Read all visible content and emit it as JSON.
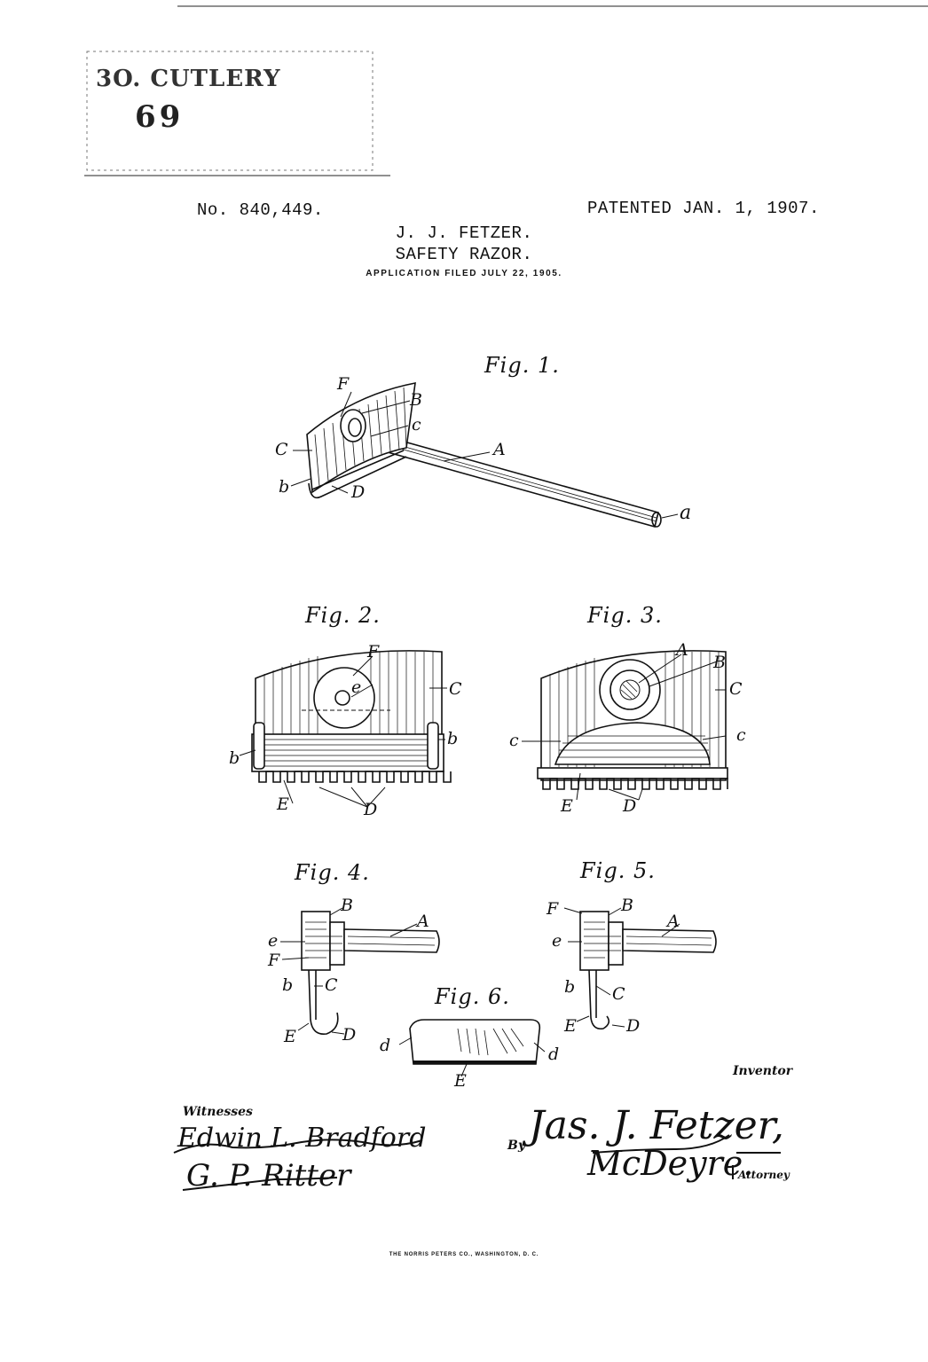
{
  "stamp": {
    "line1": "3O. CUTLERY",
    "line2": "69"
  },
  "header": {
    "patent_number": "No. 840,449.",
    "patent_date": "PATENTED JAN. 1, 1907.",
    "inventor_name": "J. J. FETZER.",
    "title": "SAFETY RAZOR.",
    "application": "APPLICATION FILED JULY 22, 1905."
  },
  "figures": {
    "fig1": "Fig. 1.",
    "fig2": "Fig. 2.",
    "fig3": "Fig. 3.",
    "fig4": "Fig. 4.",
    "fig5": "Fig. 5.",
    "fig6": "Fig. 6."
  },
  "labels": {
    "A": "A",
    "B": "B",
    "C": "C",
    "c": "c",
    "b": "b",
    "D": "D",
    "E": "E",
    "F": "F",
    "a": "a",
    "e": "e",
    "d": "d"
  },
  "footer": {
    "inventor_label": "Inventor",
    "witnesses_label": "Witnesses",
    "witness1": "Edwin L. Bradford",
    "witness2": "G. P. Ritter",
    "by_label": "By",
    "inventor_signature": "Jas. J. Fetzer,",
    "attorney_signature": "McDeyre.",
    "attorney_label": "Attorney",
    "printer": "THE NORRIS PETERS CO., WASHINGTON, D. C."
  }
}
